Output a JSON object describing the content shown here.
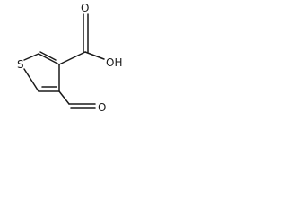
{
  "molecule": {
    "atoms": {
      "sulfur": "S",
      "hydroxyl": "OH",
      "aldehyde_oxygen": "O",
      "carboxyl_oxygen": "O"
    }
  },
  "colors": {
    "bond": "#1a1a1a",
    "background": "#ffffff"
  }
}
